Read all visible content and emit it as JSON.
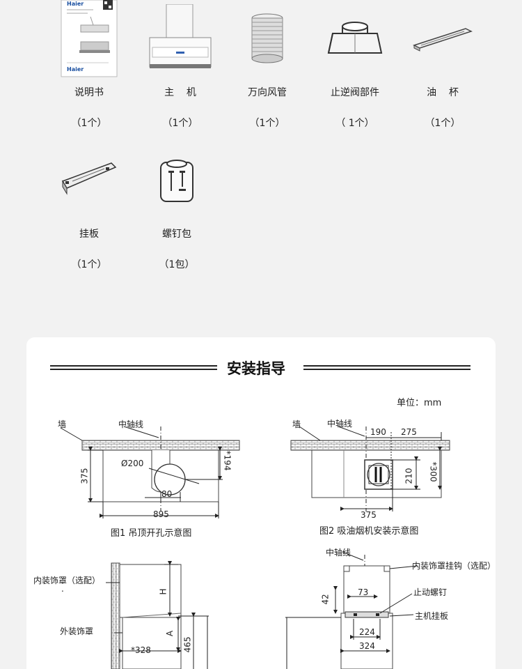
{
  "parts": [
    {
      "name": "说明书",
      "qty": "（1个）",
      "icon": "manual-icon"
    },
    {
      "name": "主    机",
      "qty": "（1个）",
      "icon": "range-hood-icon"
    },
    {
      "name": "万向风管",
      "qty": "（1个）",
      "icon": "duct-icon"
    },
    {
      "name": "止逆阀部件",
      "qty": "（ 1个）",
      "icon": "check-valve-icon"
    },
    {
      "name": "油    杯",
      "qty": "（1个）",
      "icon": "oil-cup-icon"
    },
    {
      "name": "挂板",
      "qty": "（1个）",
      "icon": "hanging-plate-icon"
    },
    {
      "name": "螺钉包",
      "qty": "（1包）",
      "icon": "screw-pack-icon"
    }
  ],
  "manual_brand": "Haier",
  "guide": {
    "title": "安装指导",
    "unit": "单位：mm"
  },
  "fig1": {
    "wall": "墙",
    "axis": "中轴线",
    "dia": "Ø200",
    "h375": "375",
    "h194": "*194",
    "w80": "80",
    "w895": "895",
    "caption": "图1 吊顶开孔示意图"
  },
  "fig2": {
    "wall": "墙",
    "axis": "中轴线",
    "w190": "190",
    "w275": "275",
    "h210": "210",
    "h300": "*300",
    "w375": "375",
    "caption": "图2 吸油烟机安装示意图"
  },
  "fig3": {
    "inner_cover": "内装饰罩（选配）",
    "outer_cover": "外装饰罩",
    "dot": ".",
    "H": "H",
    "A": "A",
    "w328": "*328",
    "h465": "465"
  },
  "fig4": {
    "axis": "中轴线",
    "hook": "内装饰罩挂钩（选配）",
    "stop_screw": "止动螺钉",
    "plate": "主机挂板",
    "h42": "42",
    "w73": "73",
    "w224": "224",
    "w324": "324"
  }
}
